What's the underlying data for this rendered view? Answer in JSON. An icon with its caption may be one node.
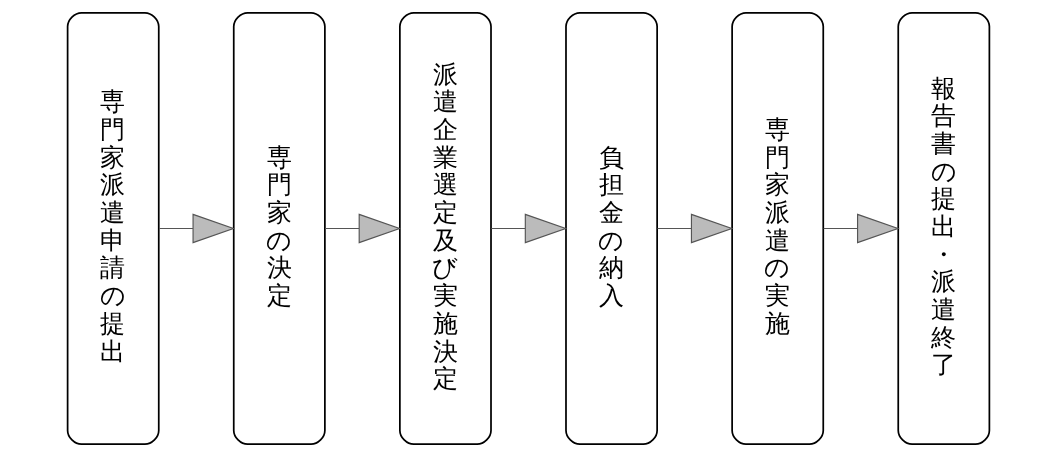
{
  "diagram": {
    "nodes": [
      {
        "text": [
          "専門家派遣申請の提出"
        ]
      },
      {
        "text": [
          "専門家の決定"
        ]
      },
      {
        "text": [
          "派遣企業選定及び実施決定"
        ]
      },
      {
        "text": [
          "負担金の納入"
        ]
      },
      {
        "text": [
          "専門家派遣の実施"
        ]
      },
      {
        "text": [
          "報告書の提出・派遣終了"
        ]
      }
    ],
    "edges": [
      {
        "from": 0,
        "to": 1,
        "arrow": "to"
      },
      {
        "from": 1,
        "to": 2,
        "arrow": "to"
      },
      {
        "from": 2,
        "to": 3,
        "arrow": "to"
      },
      {
        "from": 3,
        "to": 4,
        "arrow": "to"
      },
      {
        "from": 4,
        "to": 5,
        "arrow": "to"
      }
    ]
  }
}
